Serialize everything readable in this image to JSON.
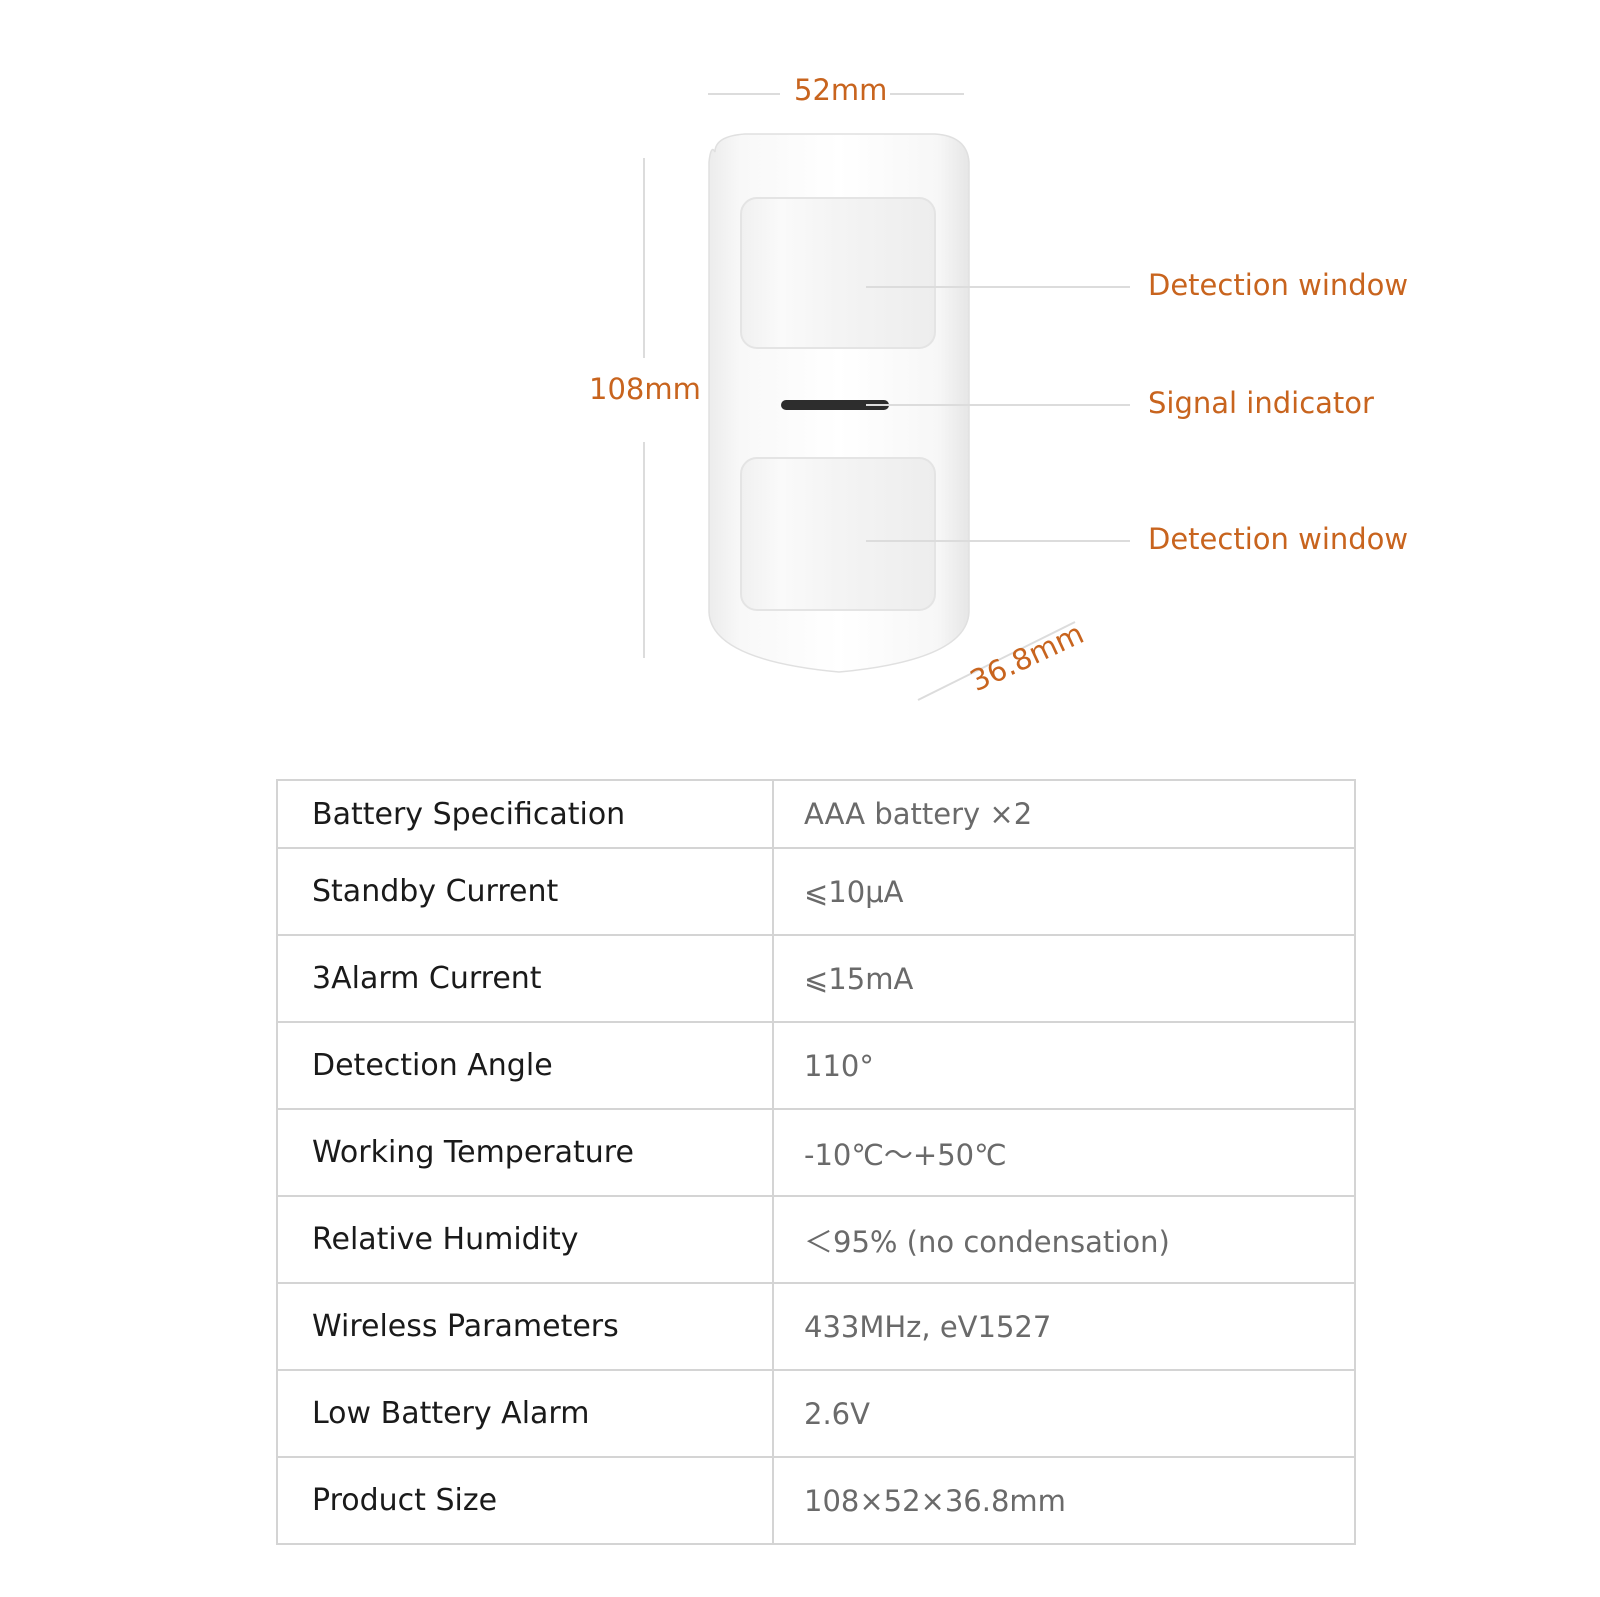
{
  "dimensions": {
    "width": "52mm",
    "height": "108mm",
    "depth": "36.8mm"
  },
  "callouts": {
    "detection_window_top": "Detection window",
    "signal_indicator": "Signal indicator",
    "detection_window_bottom": "Detection window"
  },
  "specs": [
    {
      "label": "Battery Specification",
      "value": "AAA battery ×2"
    },
    {
      "label": "Standby Current",
      "value": "⩽10μA"
    },
    {
      "label": "3Alarm Current",
      "value": "⩽15mA"
    },
    {
      "label": "Detection Angle",
      "value": "110°"
    },
    {
      "label": "Working Temperature",
      "value": " -10℃～+50℃"
    },
    {
      "label": "Relative Humidity",
      "value": "＜95% (no condensation)"
    },
    {
      "label": "Wireless Parameters",
      "value": "433MHz, eV1527"
    },
    {
      "label": "Low Battery Alarm",
      "value": "2.6V"
    },
    {
      "label": "Product Size",
      "value": "108×52×36.8mm"
    }
  ],
  "colors": {
    "accent": "#c8641e",
    "guide_line": "#dcdcdc",
    "table_border": "#d4d4d4"
  }
}
